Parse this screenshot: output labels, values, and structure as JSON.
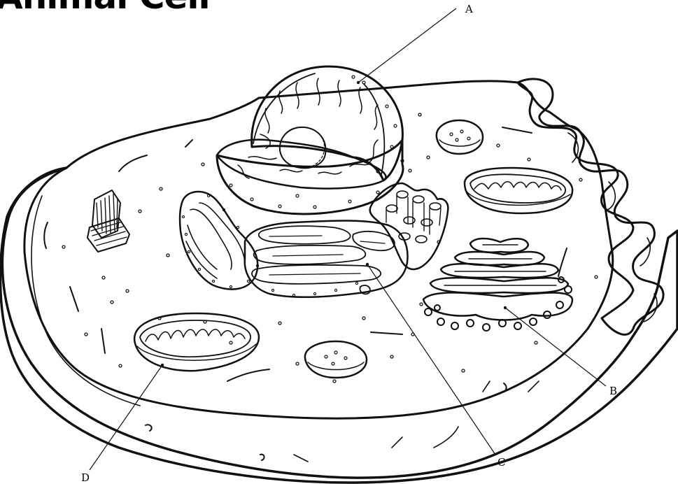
{
  "title": "Animal Cell",
  "labels": {
    "a": "A",
    "b": "B",
    "c": "C",
    "d": "D"
  }
}
